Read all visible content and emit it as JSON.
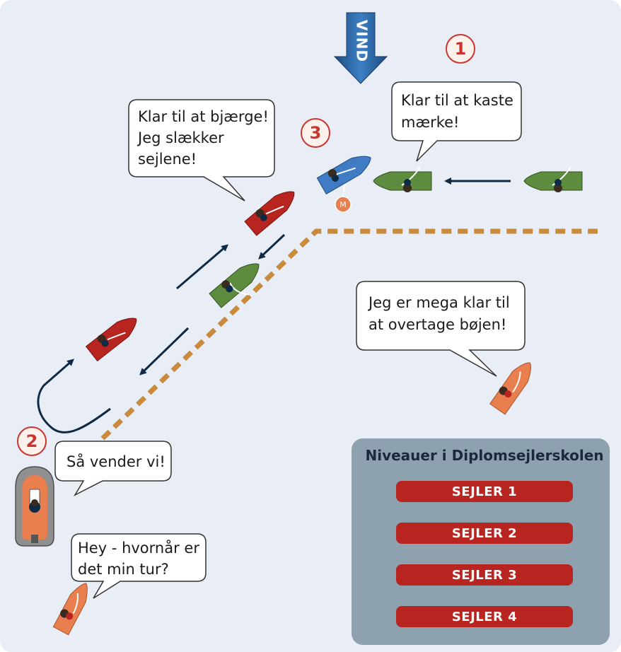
{
  "wind": {
    "label": "VIND"
  },
  "step_numbers": [
    "1",
    "2",
    "3"
  ],
  "mark_letter": "M",
  "bubbles": {
    "klar_kaste": [
      "Klar til at kaste",
      "mærke!"
    ],
    "klar_bjaerge": [
      "Klar til at bjærge!",
      "Jeg slækker",
      "sejlene!"
    ],
    "mega_klar": [
      "Jeg er mega klar til",
      "at overtage bøjen!"
    ],
    "vender": [
      "Så vender vi!"
    ],
    "hvornaar": [
      "Hey - hvornår er",
      "det min tur?"
    ]
  },
  "levels_panel": {
    "title": "Niveauer i Diplomsejlerskolen",
    "levels": [
      "SEJLER 1",
      "SEJLER 2",
      "SEJLER 3",
      "SEJLER 4"
    ]
  },
  "colors": {
    "background": "#e8edf6",
    "navy": "#0f2a44",
    "course_line": "#c98a3c",
    "step_red": "#c9352f",
    "mark_orange": "#e97f4f",
    "panel": "#8da2ae",
    "level_button": "#b8241f",
    "boat_red": "#b8241f",
    "boat_green": "#5e8c3f",
    "boat_blue": "#3f7cc4",
    "boat_orange": "#e97f4f"
  }
}
